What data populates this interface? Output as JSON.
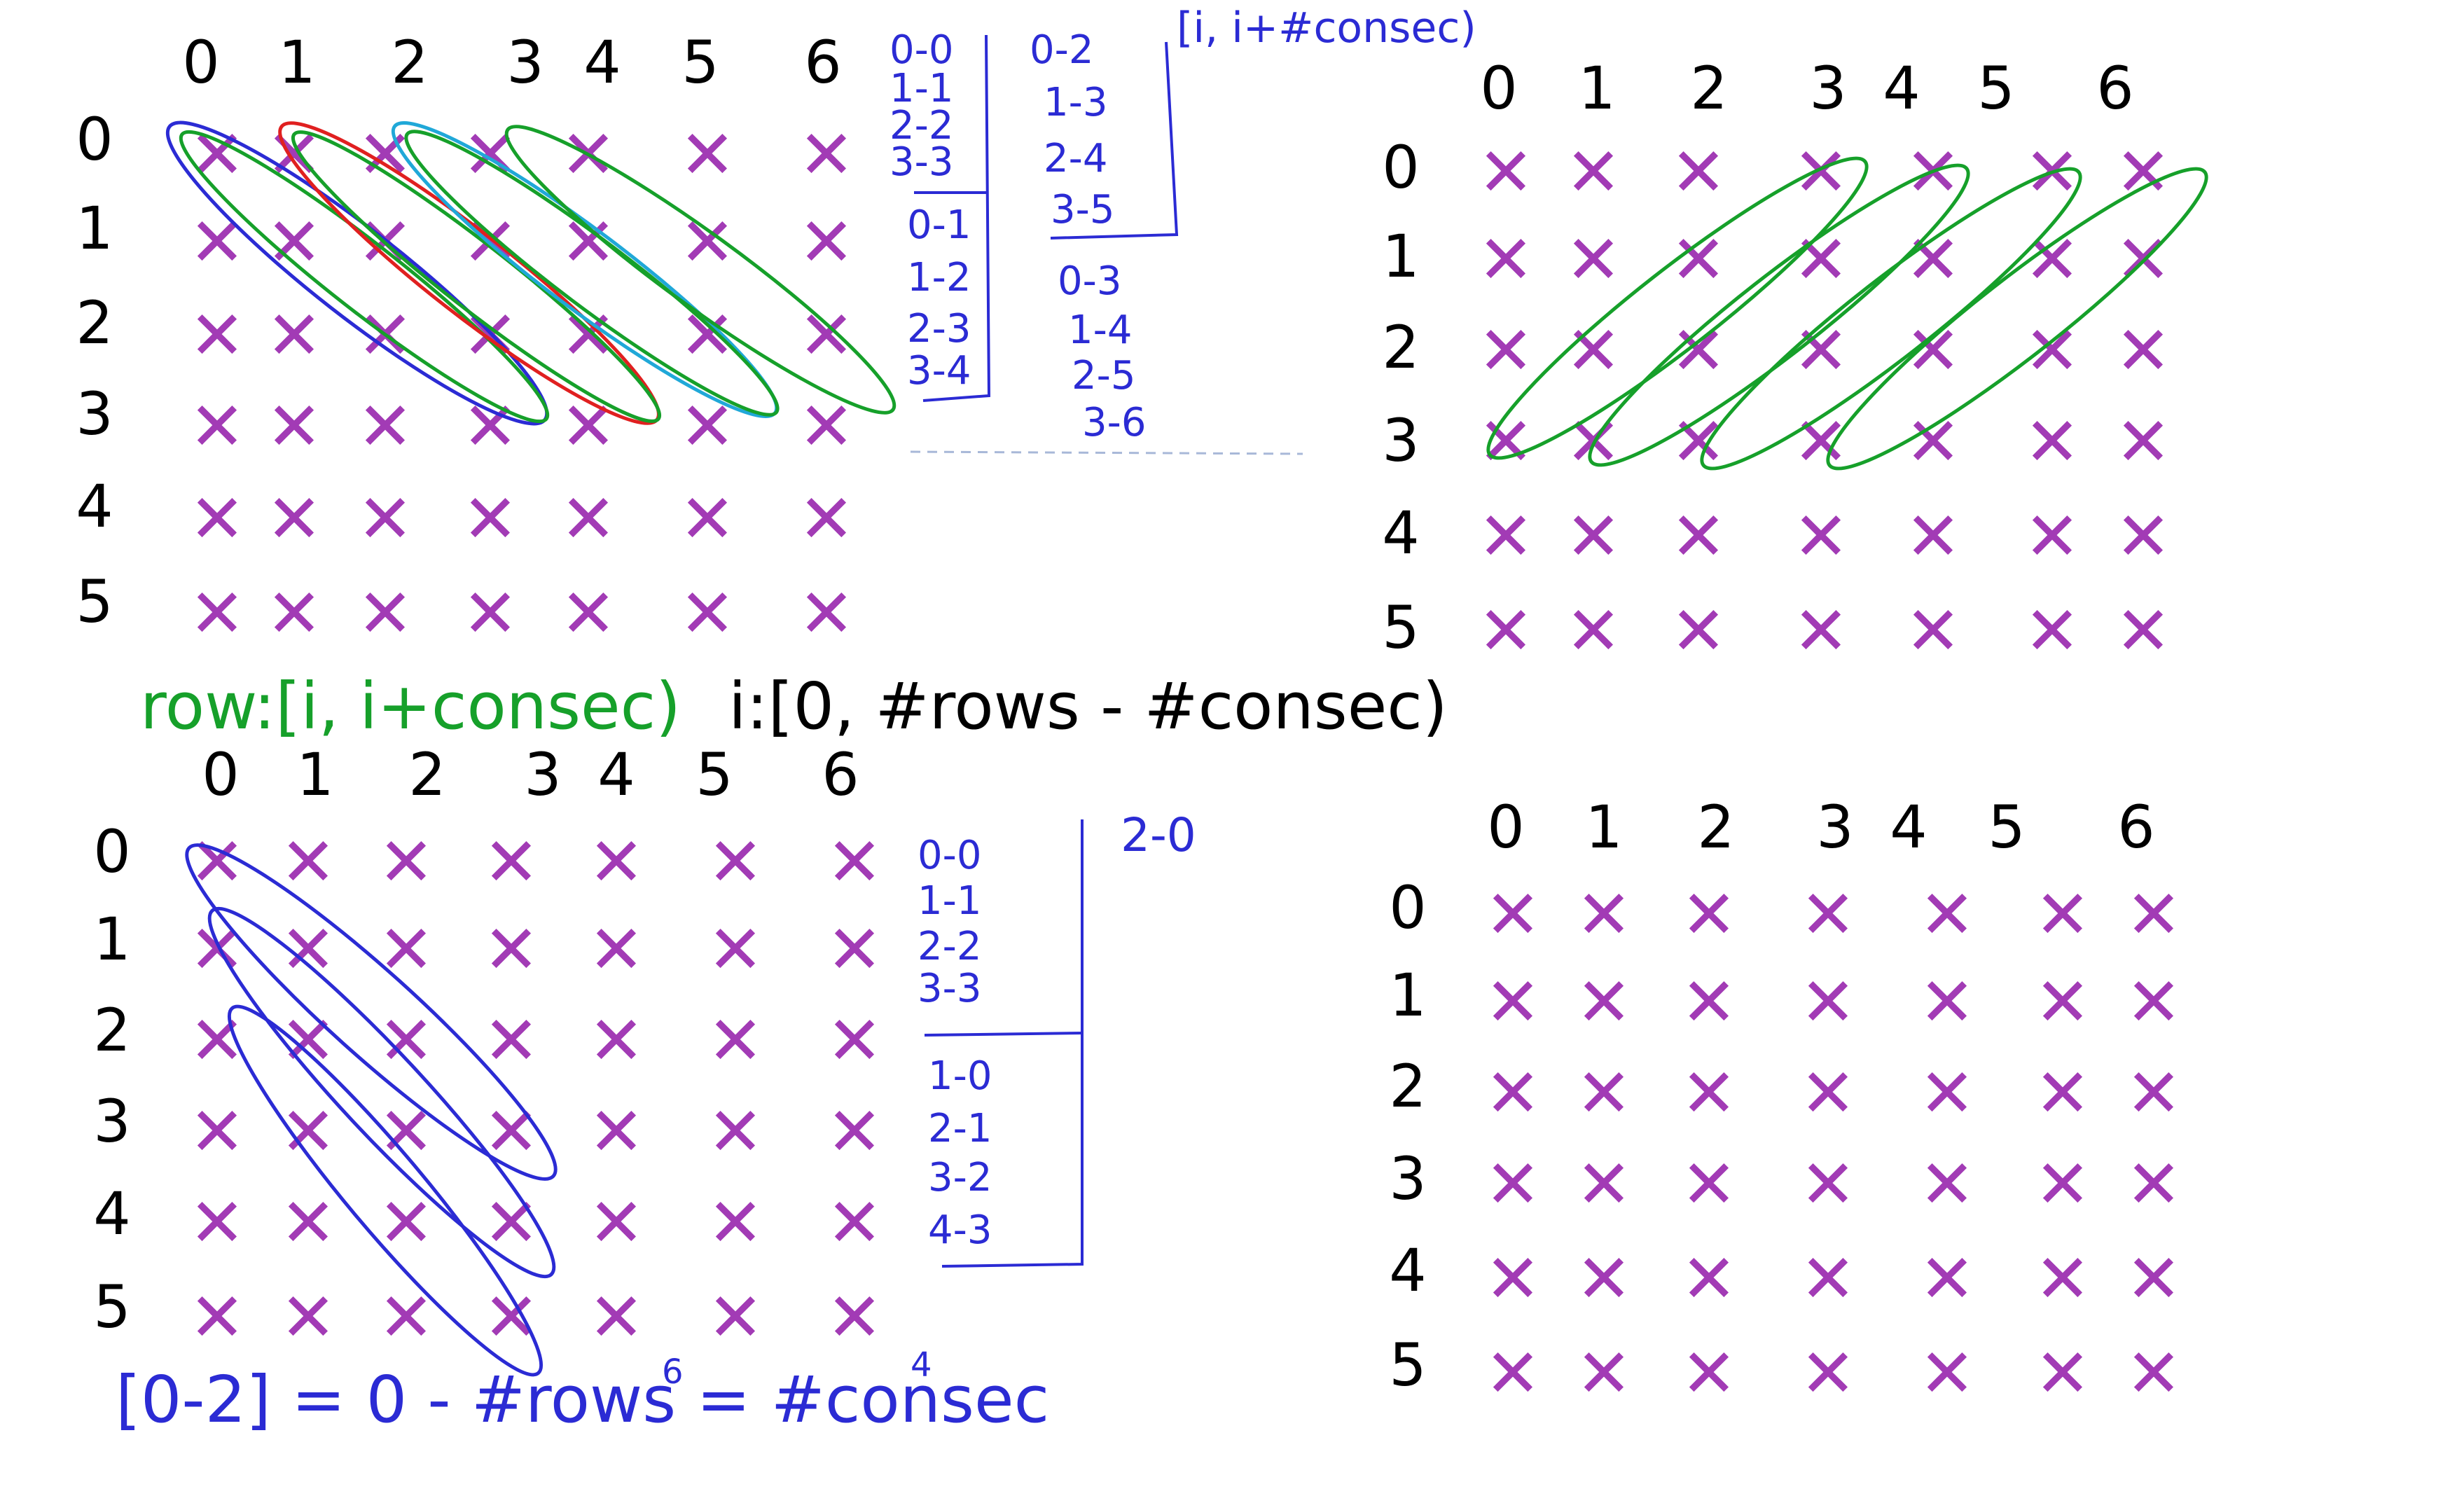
{
  "colors": {
    "ink": "#000000",
    "cross": "#a23bb5",
    "blue": "#2b2bd4",
    "green": "#16a02a",
    "red": "#e02020",
    "cyan": "#20a8d8"
  },
  "mark_glyph": "✕",
  "grid_cols": [
    "0",
    "1",
    "2",
    "3",
    "4",
    "5",
    "6"
  ],
  "grid_rows": [
    "0",
    "1",
    "2",
    "3",
    "4",
    "5"
  ],
  "top_left_pairs_col1": [
    "0-0",
    "1-1",
    "2-2",
    "3-3",
    "0-1",
    "1-2",
    "2-3",
    "3-4"
  ],
  "top_left_pairs_col2": [
    "0-2",
    "1-3",
    "2-4",
    "3-5",
    "0-3",
    "1-4",
    "2-5",
    "3-6"
  ],
  "top_right_note": "[i, i+#consec)",
  "row_formula_green": "row:[i, i+consec)",
  "row_formula_black": "i:[0, #rows - #consec)",
  "bottom_left_pairs_col1": [
    "0-0",
    "1-1",
    "2-2",
    "3-3",
    "1-0",
    "2-1",
    "3-2",
    "4-3"
  ],
  "bottom_left_side_label": "2-0",
  "bottom_formula": "[0-2] = 0 - #rows = #consec",
  "bottom_formula_sup_rows": "6",
  "bottom_formula_sup_consec": "4"
}
